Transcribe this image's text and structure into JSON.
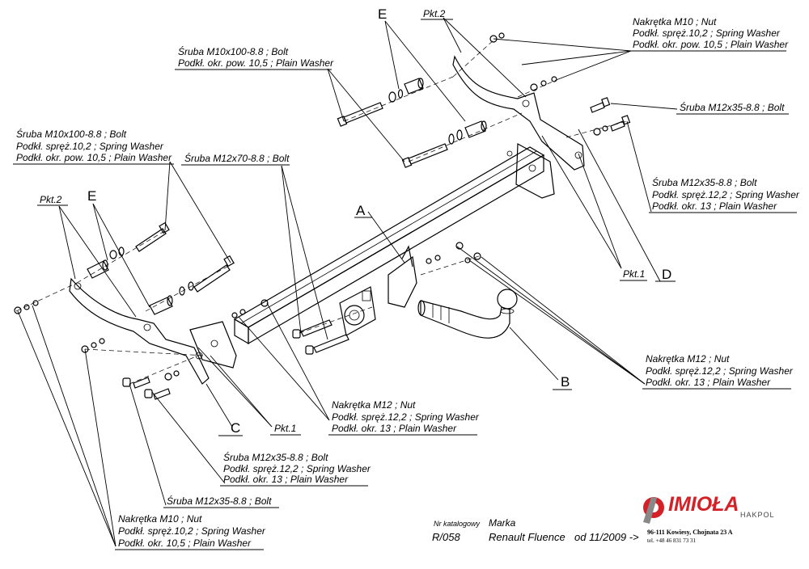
{
  "callouts": {
    "top_nut_m10": [
      "Nakrętka  M10 ; Nut",
      "Podkł. spręż.10,2 ; Spring Washer",
      "Podkł. okr. pow. 10,5 ; Plain Washer"
    ],
    "top_bolt_m10x100": [
      "Śruba M10x100-8.8 ;  Bolt",
      "Podkł. okr. pow. 10,5 ; Plain Washer"
    ],
    "top_right_bolt_m12x35": [
      "Śruba M12x35-8.8 ;  Bolt"
    ],
    "right_bolt_m12x35_set": [
      "Śruba M12x35-8.8 ;  Bolt",
      "Podkł. spręż.12,2 ; Spring Washer",
      "Podkł. okr. 13 ; Plain Washer"
    ],
    "left_bolt_m10x100_set": [
      "Śruba M10x100-8.8 ;  Bolt",
      "Podkł. spręż.10,2 ; Spring Washer",
      "Podkł. okr. pow. 10,5 ; Plain Washer"
    ],
    "bolt_m12x70": [
      "Śruba M12x70-8.8 ;  Bolt"
    ],
    "right_nut_m12": [
      "Nakrętka  M12 ; Nut",
      "Podkł. spręż.12,2 ; Spring Washer",
      "Podkł. okr. 13 ; Plain Washer"
    ],
    "center_nut_m12": [
      "Nakrętka  M12 ; Nut",
      "Podkł. spręż.12,2 ; Spring Washer",
      "Podkł. okr. 13 ; Plain Washer"
    ],
    "bottom_bolt_m12x35_set": [
      "Śruba M12x35-8.8 ;  Bolt",
      "Podkł. spręż.12,2 ; Spring Washer",
      "Podkł. okr. 13 ; Plain Washer"
    ],
    "bottom_bolt_m12x35": [
      "Śruba M12x35-8.8 ;  Bolt"
    ],
    "bottom_nut_m10": [
      "Nakrętka  M10 ; Nut",
      "Podkł. spręż.10,2 ; Spring Washer",
      "Podkł. okr. 10,5 ; Plain Washer"
    ]
  },
  "letters": {
    "E_top": "E",
    "pkt2_top": "Pkt.2",
    "E_left": "E",
    "pkt2_left": "Pkt.2",
    "A": "A",
    "B": "B",
    "C": "C",
    "D": "D",
    "pkt1_right": "Pkt.1",
    "pkt1_bottom": "Pkt.1"
  },
  "titleblock": {
    "catalog_label": "Nr katalogowy",
    "catalog_no": "R/058",
    "brand_label": "Marka",
    "model": "Renault Fluence",
    "from": "od 11/2009 ->",
    "logo_name": "IMIOŁA",
    "logo_sub": "HAKPOL",
    "address": "96-111 Kowiesy, Chojnata 23 A",
    "phone": "tel. +48 46 831 73 31"
  }
}
